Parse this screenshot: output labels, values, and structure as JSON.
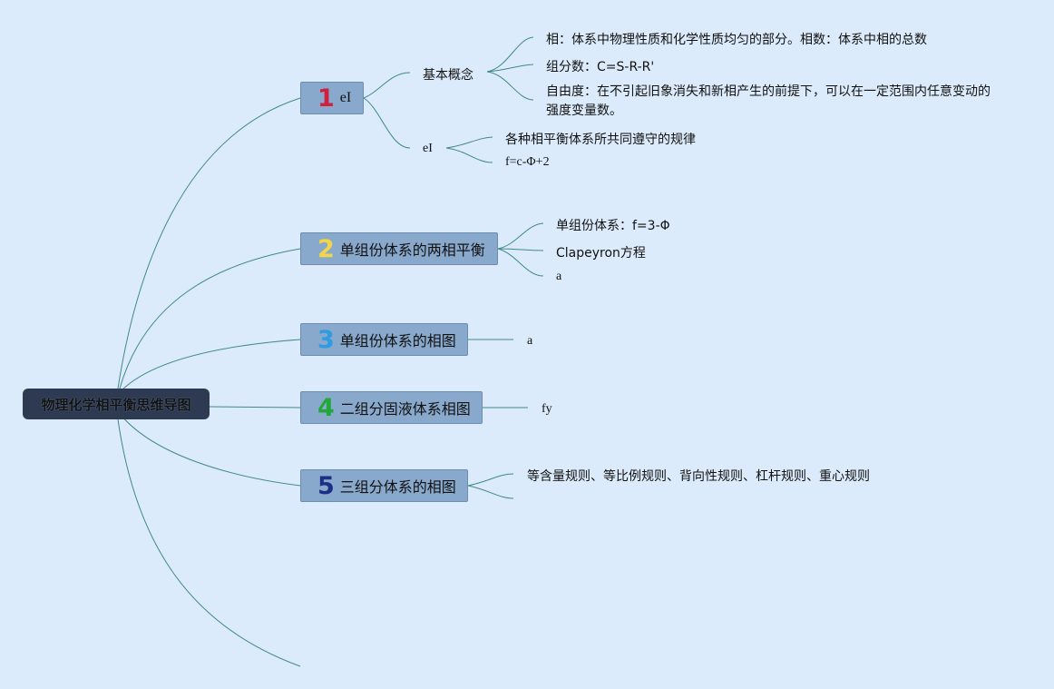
{
  "root": {
    "title": "物理化学相平衡思维导图"
  },
  "topics": [
    {
      "number": "1",
      "number_color": "#d11f3f",
      "label": "eI",
      "children": [
        {
          "label": "基本概念",
          "children": [
            "相：体系中物理性质和化学性质均匀的部分。相数：体系中相的总数",
            "组分数：C=S-R-R'",
            "自由度：在不引起旧象消失和新相产生的前提下，可以在一定范围内任意变动的强度变量数。"
          ]
        },
        {
          "label": "eI",
          "children": [
            "各种相平衡体系所共同遵守的规律",
            "f=c-Φ+2"
          ]
        }
      ]
    },
    {
      "number": "2",
      "number_color": "#f2d54a",
      "label": "单组份体系的两相平衡",
      "children": [
        "单组份体系：f=3-Φ",
        "Clapeyron方程",
        "a"
      ]
    },
    {
      "number": "3",
      "number_color": "#2f9be0",
      "label": "单组份体系的相图",
      "children": [
        "a"
      ]
    },
    {
      "number": "4",
      "number_color": "#22a83a",
      "label": "二组分固液体系相图",
      "children": [
        "fy"
      ]
    },
    {
      "number": "5",
      "number_color": "#1c2f86",
      "label": "三组分体系的相图",
      "children": [
        "等含量规则、等比例规则、背向性规则、杠杆规则、重心规则",
        ""
      ]
    }
  ],
  "colors": {
    "background": "#dcebfb",
    "root_fill": "#2d3a52",
    "topic_fill": "#88a8cc",
    "connector": "#3f8b86"
  }
}
